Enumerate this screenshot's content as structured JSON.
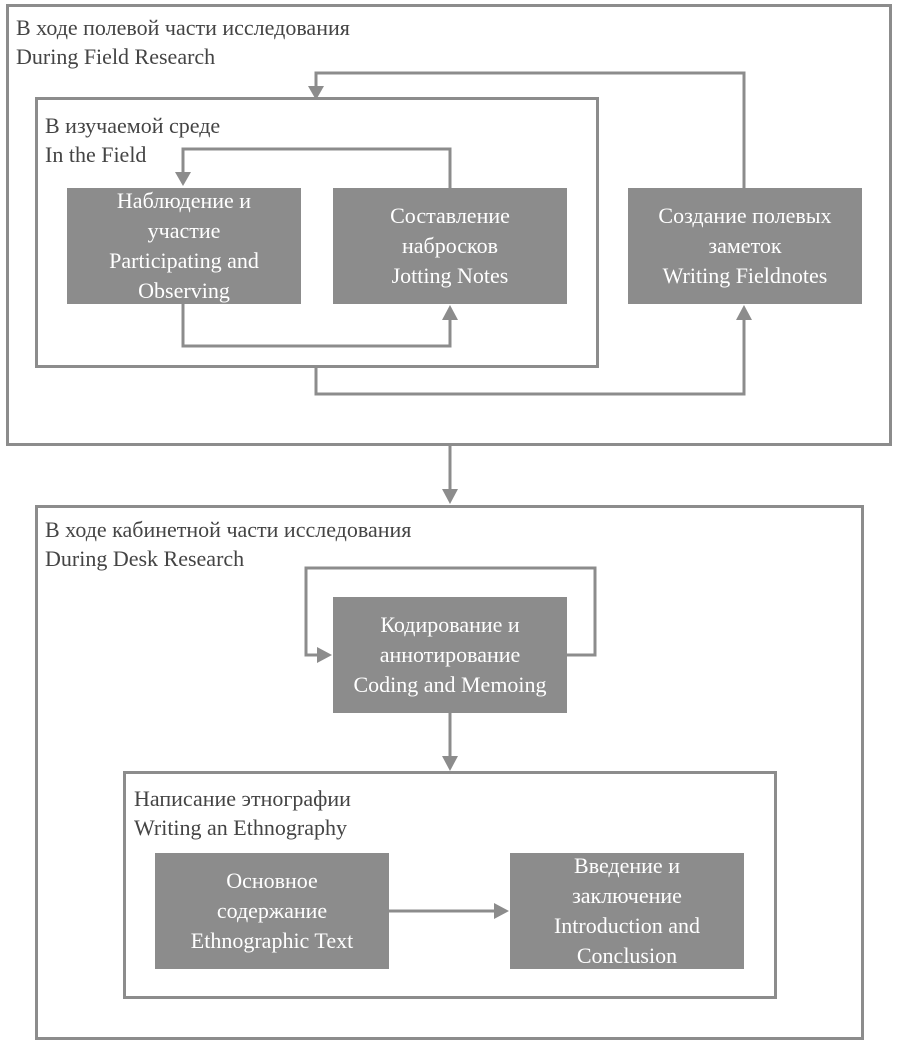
{
  "field_research": {
    "title_ru": "В ходе полевой части исследования",
    "title_en": "During Field Research",
    "in_field": {
      "title_ru": "В изучаемой среде",
      "title_en": "In the Field",
      "participating": [
        "Наблюдение и",
        "участие",
        "Participating and",
        "Observing"
      ],
      "jotting": [
        "Составление",
        "набросков",
        "Jotting Notes"
      ]
    },
    "writing_fieldnotes": [
      "Создание полевых",
      "заметок",
      "Writing Fieldnotes"
    ]
  },
  "desk_research": {
    "title_ru": "В ходе кабинетной части исследования",
    "title_en": "During Desk Research",
    "coding": [
      "Кодирование и",
      "аннотирование",
      "Coding and Memoing"
    ],
    "writing_ethnography": {
      "title_ru": "Написание этнографии",
      "title_en": "Writing an Ethnography",
      "ethnographic_text": [
        "Основное",
        "содержание",
        "Ethnographic Text"
      ],
      "intro_conclusion": [
        "Введение и",
        "заключение",
        "Introduction and",
        "Conclusion"
      ]
    }
  },
  "colors": {
    "stroke": "#8c8c8c",
    "box_fill": "#8c8c8c",
    "box_text": "#ffffff",
    "title_text": "#444444"
  }
}
